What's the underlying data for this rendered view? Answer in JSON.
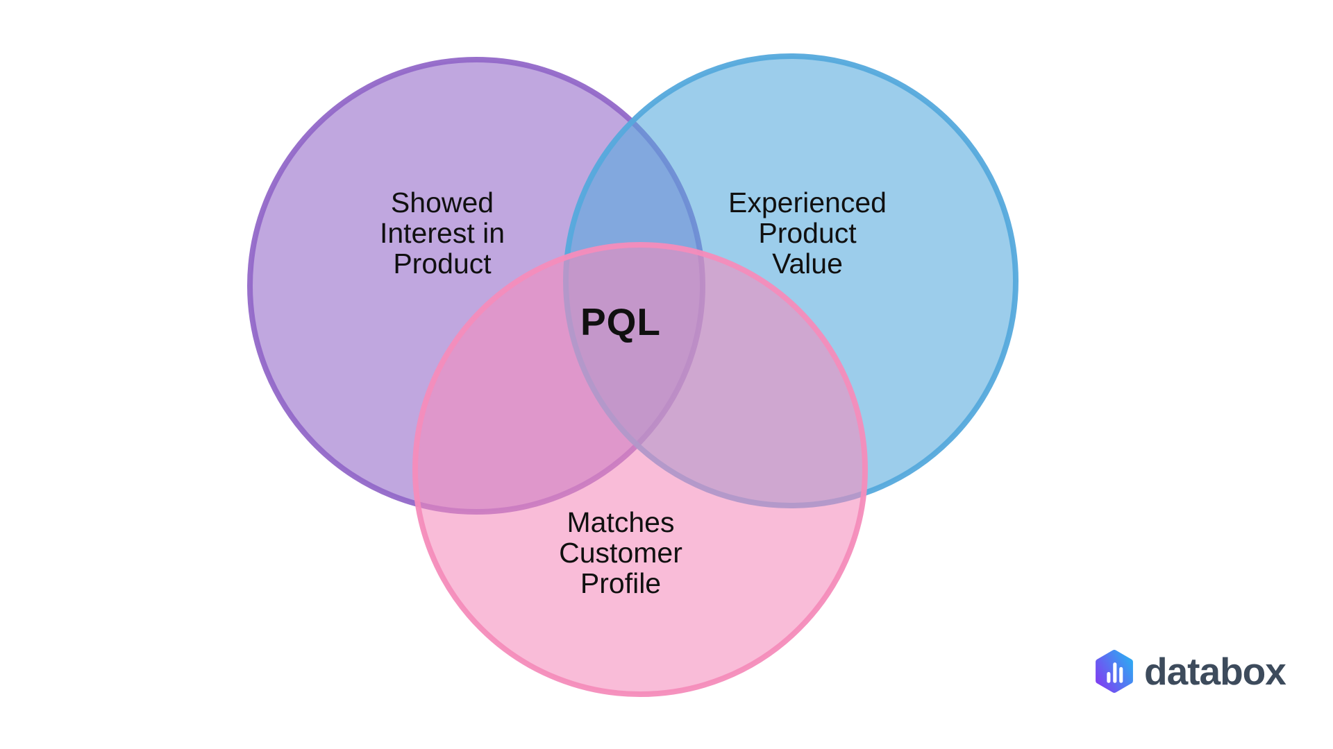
{
  "page": {
    "background": "#ffffff",
    "text_color": "#101010"
  },
  "venn": {
    "center_label": "PQL",
    "circles": [
      {
        "id": "showed-interest",
        "color": "#9268c8",
        "label_lines": [
          "Showed",
          "Interest in",
          "Product"
        ]
      },
      {
        "id": "experienced-value",
        "color": "#55a9dc",
        "label_lines": [
          "Experienced",
          "Product",
          "Value"
        ]
      },
      {
        "id": "matches-profile",
        "color": "#f48cbb",
        "label_lines": [
          "Matches",
          "Customer",
          "Profile"
        ]
      }
    ]
  },
  "logo": {
    "text": "databox",
    "text_color": "#3d4b5c",
    "icon": "bar-chart-hexagon-icon",
    "gradient_start": "#7d42f1",
    "gradient_end": "#31a6f2",
    "bar_color": "#ffffff"
  }
}
